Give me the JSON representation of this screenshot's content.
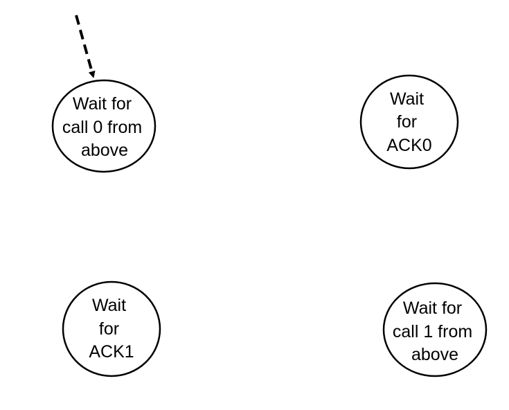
{
  "colors": {
    "stroke": "#000000",
    "background": "#ffffff"
  },
  "states": [
    {
      "id": "wait-call-0",
      "lines": [
        "Wait for",
        "call 0 from",
        "above"
      ],
      "initial": true
    },
    {
      "id": "wait-ack-0",
      "lines": [
        "Wait",
        "for",
        "ACK0"
      ],
      "initial": false
    },
    {
      "id": "wait-ack-1",
      "lines": [
        "Wait",
        "for",
        "ACK1"
      ],
      "initial": false
    },
    {
      "id": "wait-call-1",
      "lines": [
        "Wait for",
        "call 1 from",
        "above"
      ],
      "initial": false
    }
  ],
  "initial_arrow": {
    "target": "wait-call-0",
    "style": "dashed"
  }
}
